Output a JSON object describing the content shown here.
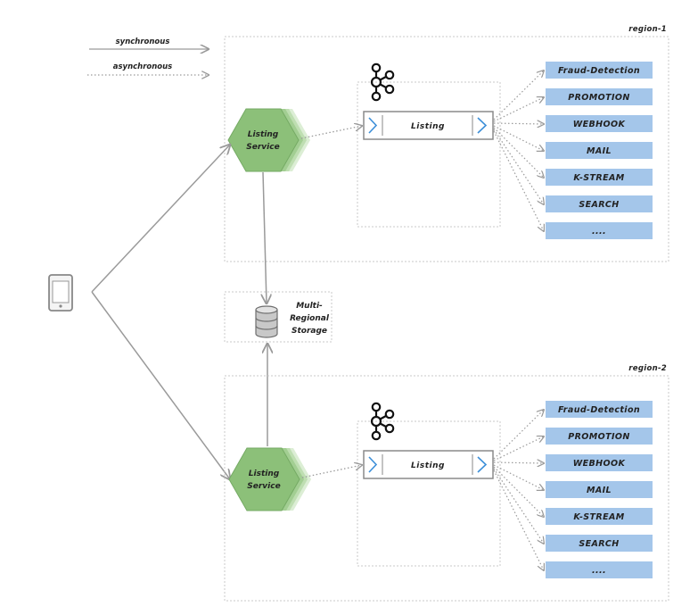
{
  "legend": {
    "synchronous": "synchronous",
    "asynchronous": "asynchronous"
  },
  "regions": [
    {
      "name": "region-1",
      "service": [
        "Listing",
        "Service"
      ],
      "topic": "Listing",
      "consumers": [
        "Fraud-Detection",
        "PROMOTION",
        "WEBHOOK",
        "MAIL",
        "K-STREAM",
        "SEARCH",
        "...."
      ]
    },
    {
      "name": "region-2",
      "service": [
        "Listing",
        "Service"
      ],
      "topic": "Listing",
      "consumers": [
        "Fraud-Detection",
        "PROMOTION",
        "WEBHOOK",
        "MAIL",
        "K-STREAM",
        "SEARCH",
        "...."
      ]
    }
  ],
  "storage": [
    "Multi-",
    "Regional",
    "Storage"
  ],
  "colors": {
    "hexagon": "#8cc079",
    "consumer_box": "#a4c6ea",
    "topic_chevron": "#3d8fd8",
    "arrow": "#a0a0a0"
  },
  "icons": {
    "client": "mobile-phone-icon",
    "broker": "kafka-logo-icon",
    "storage": "database-icon"
  }
}
